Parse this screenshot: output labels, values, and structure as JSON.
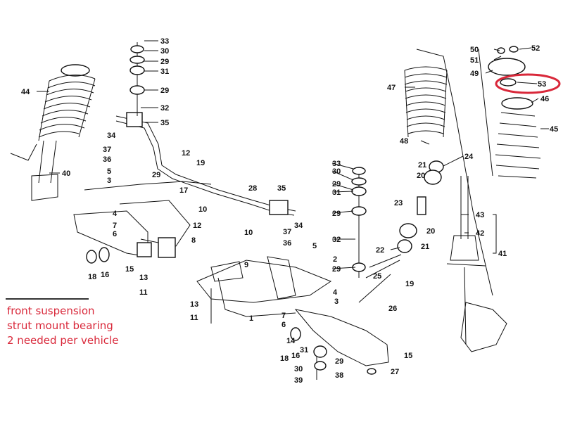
{
  "labels": [
    "44",
    "40",
    "33",
    "30",
    "29",
    "31",
    "29",
    "32",
    "35",
    "34",
    "37",
    "36",
    "5",
    "3",
    "29",
    "12",
    "19",
    "17",
    "10",
    "4",
    "7",
    "6",
    "8",
    "12",
    "10",
    "18",
    "16",
    "15",
    "13",
    "11",
    "9",
    "28",
    "35",
    "34",
    "37",
    "36",
    "5",
    "13",
    "11",
    "1",
    "2",
    "4",
    "3",
    "7",
    "6",
    "14",
    "18",
    "16",
    "31",
    "29",
    "30",
    "39",
    "38",
    "15",
    "27",
    "26",
    "19",
    "25",
    "33",
    "30",
    "29",
    "31",
    "29",
    "32",
    "22",
    "21",
    "29",
    "47",
    "48",
    "21",
    "24",
    "20",
    "23",
    "20",
    "43",
    "42",
    "41",
    "50",
    "51",
    "52",
    "49",
    "53",
    "46",
    "45"
  ],
  "note": {
    "line1": "front suspension",
    "line2": "strut mount bearing",
    "line3": "2 needed per vehicle"
  },
  "highlight_color": "#d9283a"
}
